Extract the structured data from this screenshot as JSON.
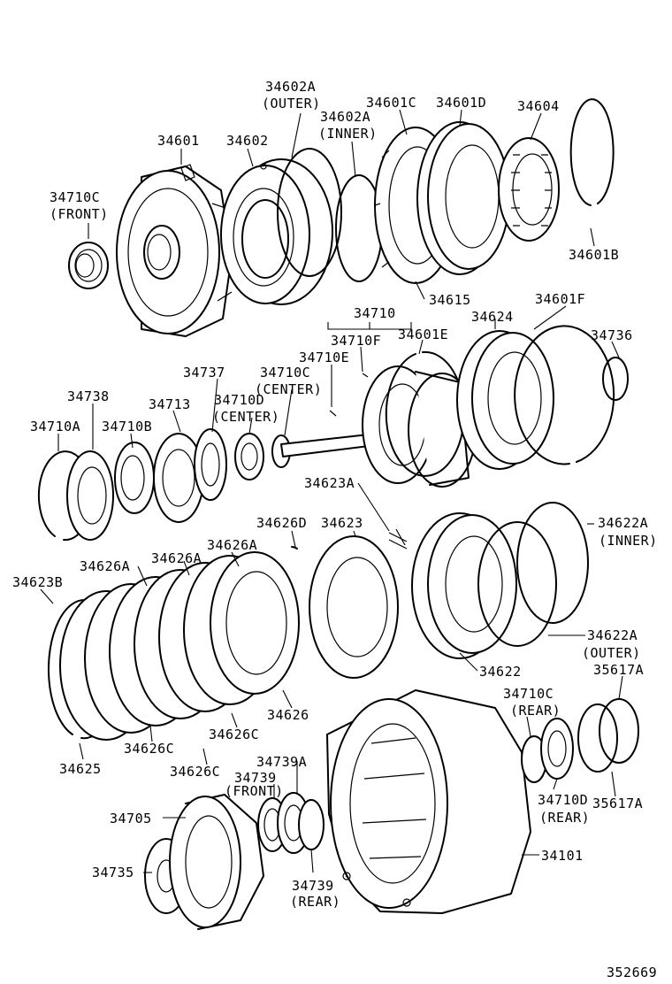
{
  "labels": {
    "p34602A_outer_a": "34602A",
    "p34602A_outer_b": "(OUTER)",
    "p34602A_inner_a": "34602A",
    "p34602A_inner_b": "(INNER)",
    "p34601C": "34601C",
    "p34601D": "34601D",
    "p34604": "34604",
    "p34601": "34601",
    "p34602": "34602",
    "p34710C_front_a": "34710C",
    "p34710C_front_b": "(FRONT)",
    "p34601B": "34601B",
    "p34615": "34615",
    "p34601F": "34601F",
    "p34710": "34710",
    "p34624": "34624",
    "p34736": "34736",
    "p34710F": "34710F",
    "p34601E": "34601E",
    "p34710E": "34710E",
    "p34737": "34737",
    "p34710C_center_a": "34710C",
    "p34710C_center_b": "(CENTER)",
    "p34738": "34738",
    "p34713": "34713",
    "p34710D_center_a": "34710D",
    "p34710D_center_b": "(CENTER)",
    "p34710A": "34710A",
    "p34710B": "34710B",
    "p34623A": "34623A",
    "p34626D": "34626D",
    "p34623": "34623",
    "p34622A_inner_a": "34622A",
    "p34622A_inner_b": "(INNER)",
    "p34626A_1": "34626A",
    "p34626A_2": "34626A",
    "p34626A_3": "34626A",
    "p34623B": "34623B",
    "p34622A_outer_a": "34622A",
    "p34622A_outer_b": "(OUTER)",
    "p35617A_top": "35617A",
    "p34622": "34622",
    "p34710C_rear_a": "34710C",
    "p34710C_rear_b": "(REAR)",
    "p34626": "34626",
    "p34626C_1": "34626C",
    "p34626C_2": "34626C",
    "p34625": "34625",
    "p34626C_3": "34626C",
    "p34739A": "34739A",
    "p34739_front_a": "34739",
    "p34739_front_b": "(FRONT)",
    "p34710D_rear_a": "34710D",
    "p34710D_rear_b": "(REAR)",
    "p35617A_bottom": "35617A",
    "p34705": "34705",
    "p34101": "34101",
    "p34735": "34735",
    "p34739_rear_a": "34739",
    "p34739_rear_b": "(REAR)",
    "figure_number": "352669"
  }
}
